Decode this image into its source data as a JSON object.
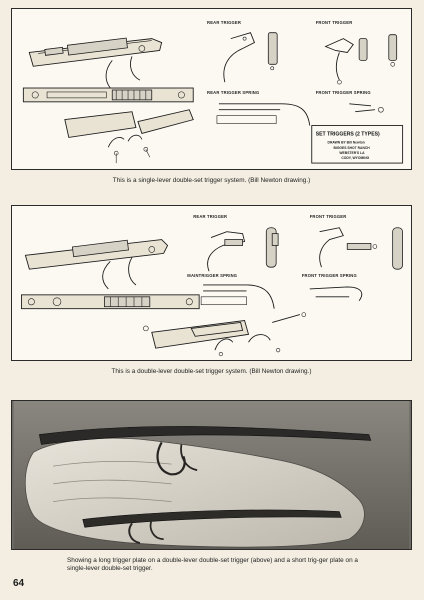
{
  "page_number": "64",
  "figure1": {
    "labels": {
      "rear_trigger": "REAR TRIGGER",
      "front_trigger": "FRONT TRIGGER",
      "rear_trigger_spring": "REAR TRIGGER SPRING",
      "front_trigger_spring": "FRONT TRIGGER SPRING"
    },
    "title_block": {
      "heading": "SET TRIGGERS (2 TYPES)",
      "line1": "DRAWN BY Bill Newton",
      "line2": "BIGGES SHOT RANCH",
      "line3": "WEBSTER'S LA",
      "line4": "CODY, WYOMING"
    },
    "caption": "This is a single-lever double-set trigger system. (Bill Newton drawing.)"
  },
  "figure2": {
    "labels": {
      "rear_trigger": "REAR TRIGGER",
      "front_trigger": "FRONT TRIGGER",
      "mainspring_spring": "MAINTRIGGER SPRING",
      "front_trigger_spring": "FRONT TRIGGER SPRING"
    },
    "caption": "This is a double-lever double-set trigger system. (Bill Newton drawing.)"
  },
  "figure3": {
    "caption": "Showing a long trigger plate on a double-lever double-set trigger (above) and a short trig-ger plate on a single-lever double-set trigger."
  },
  "colors": {
    "paper": "#f3eee1",
    "ink": "#1c1c1c",
    "photo_bg": "#6f6c66"
  }
}
